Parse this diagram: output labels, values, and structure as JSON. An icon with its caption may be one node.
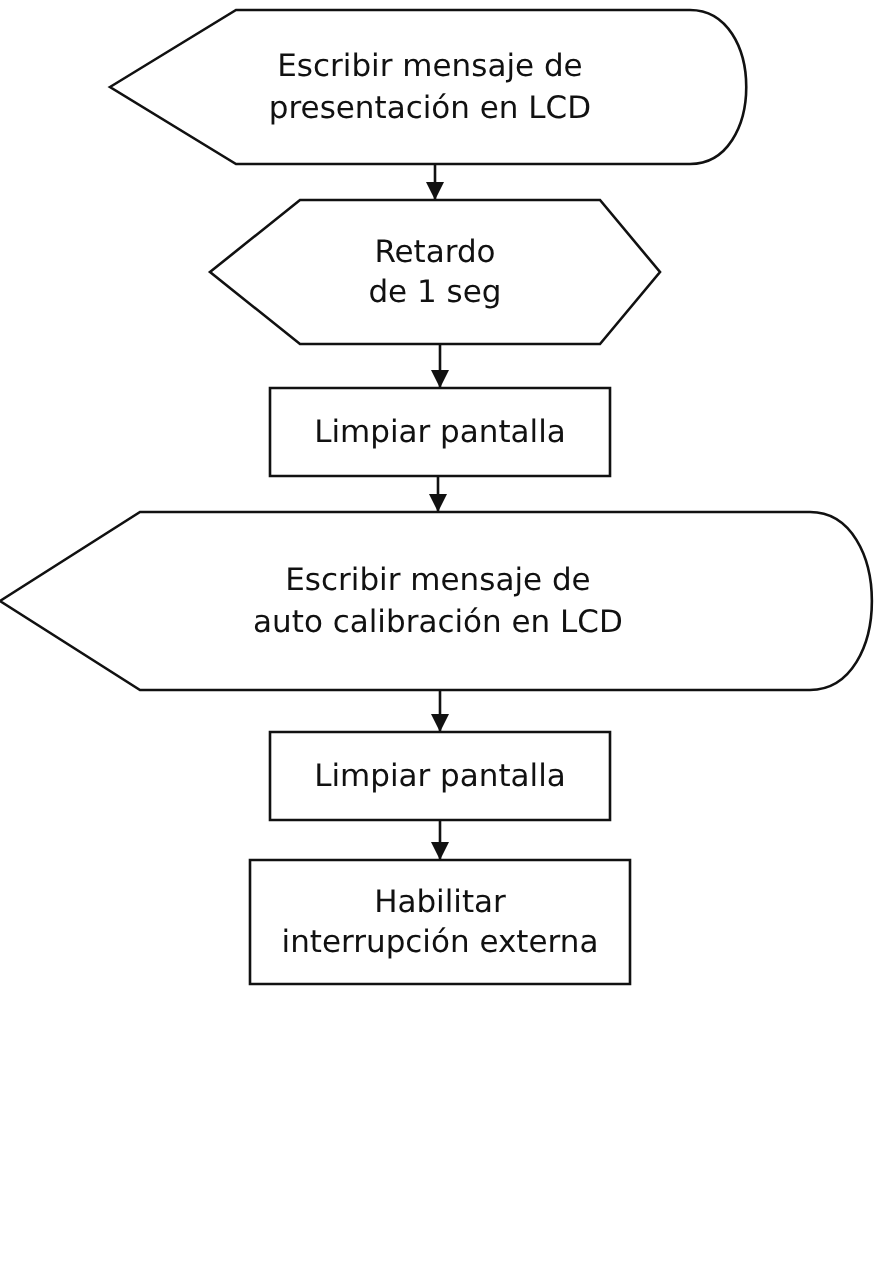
{
  "diagram": {
    "nodes": [
      {
        "text": [
          "Escribir mensaje de presentación en LCD"
        ]
      },
      {
        "text": [
          "Retardo de 1 seg"
        ]
      },
      {
        "text": [
          "Limpiar pantalla"
        ]
      },
      {
        "text": [
          "Escribir mensaje de auto calibración en LCD"
        ]
      },
      {
        "text": [
          "Limpiar pantalla"
        ]
      },
      {
        "text": [
          "Habilitar interrupción externa"
        ]
      }
    ],
    "edges": [
      {
        "from": 0,
        "to": 1,
        "arrow": "to"
      },
      {
        "from": 1,
        "to": 2,
        "arrow": "to"
      },
      {
        "from": 2,
        "to": 3,
        "arrow": "to"
      },
      {
        "from": 3,
        "to": 4,
        "arrow": "to"
      },
      {
        "from": 4,
        "to": 5,
        "arrow": "to"
      }
    ]
  }
}
